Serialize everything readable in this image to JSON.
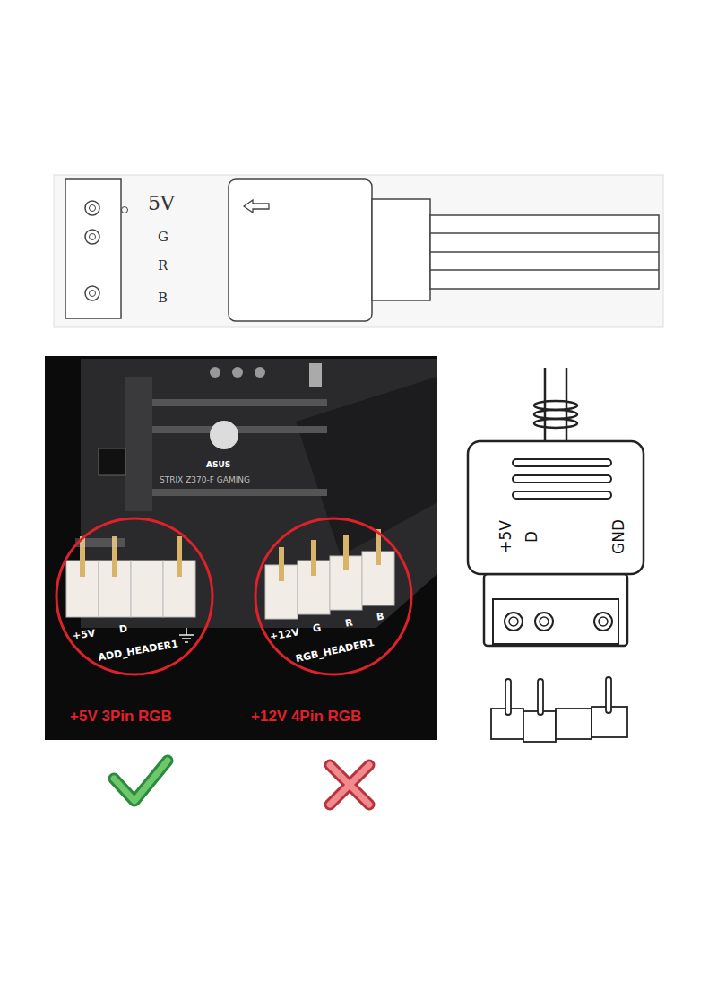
{
  "diagram": {
    "nodes": [
      {
        "text": [
          "+5V",
          "D",
          "ADD_HEADER1"
        ]
      },
      {
        "text": [
          "+12V",
          "G",
          "R",
          "B",
          "RGB_HEADER1"
        ]
      },
      {
        "text": [
          "+5V",
          "D",
          "GND"
        ]
      }
    ],
    "labels": [
      "5V",
      "G",
      "R",
      "B",
      "ASUS",
      "STRIX Z370-F GAMING",
      "+5V 3Pin RGB",
      "+12V 4Pin RGB"
    ]
  }
}
